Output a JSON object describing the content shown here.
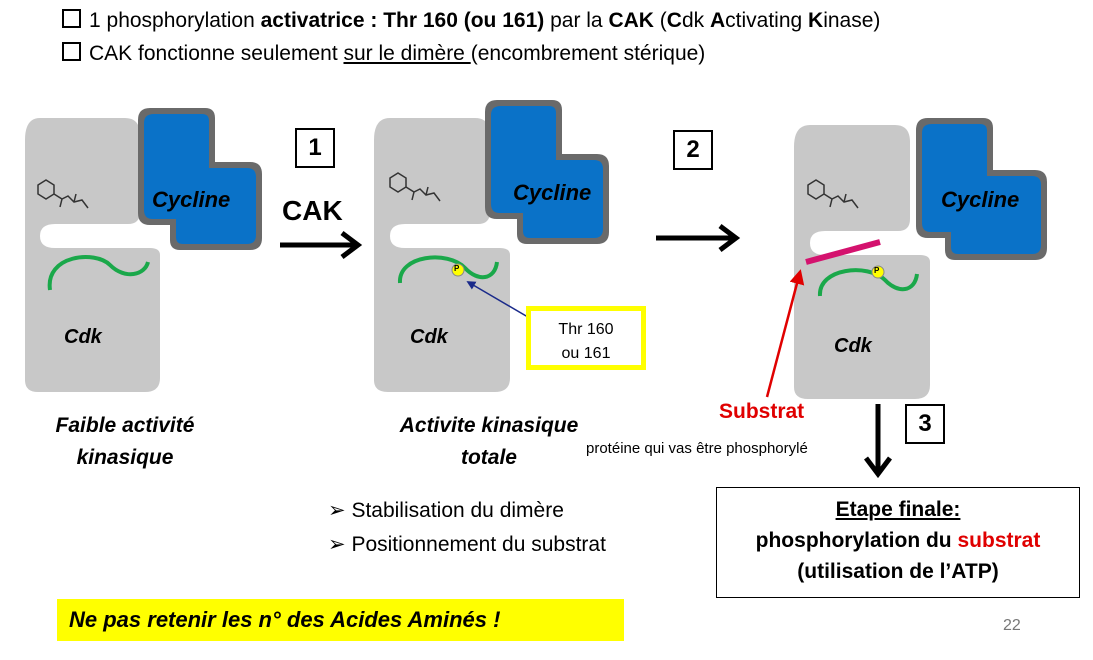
{
  "bullets": [
    {
      "part1": "1 phosphorylation ",
      "part2": "activatrice : Thr 160 (ou 161",
      "part3": " par la ",
      "part4": "CAK",
      "part5": " (",
      "part6": "C",
      "part7": "dk ",
      "part8": "A",
      "part9": "ctivating ",
      "part10": "K",
      "part11": "inase)"
    },
    {
      "part1": "CAK  fonctionne seulement ",
      "part2": "sur le dimère ",
      "part3": "(encombrement stérique)"
    }
  ],
  "steps": [
    "1",
    "2",
    "3"
  ],
  "cak_label": "CAK",
  "cycline_label": "Cycline",
  "cdk_label": "Cdk",
  "phospho_mark": "P",
  "captions": {
    "left_line1": "Faible activité",
    "left_line2": "kinasique",
    "mid_line1": "Activite kinasique",
    "mid_line2": "totale"
  },
  "thr_box": {
    "line1": "Thr 160",
    "line2": "ou 161"
  },
  "substrat_label": "Substrat",
  "substrat_note": "protéine qui vas être phosphorylé",
  "chevron_items": [
    "Stabilisation du dimère",
    "Positionnement du substrat"
  ],
  "final_box": {
    "title": "Etape finale:",
    "line2_a": "phosphorylation du ",
    "line2_b": "substrat",
    "line3": "(utilisation de l’ATP)"
  },
  "warning": "Ne pas retenir les n° des Acides Aminés  !",
  "page_number": "22",
  "colors": {
    "cycline_blue": "#0a72c8",
    "cdk_gray": "#c8c8c8",
    "strand_green": "#1aa84a",
    "substrat_pink": "#d4126e",
    "highlight_yellow": "#ffff00",
    "red": "#e00000"
  }
}
